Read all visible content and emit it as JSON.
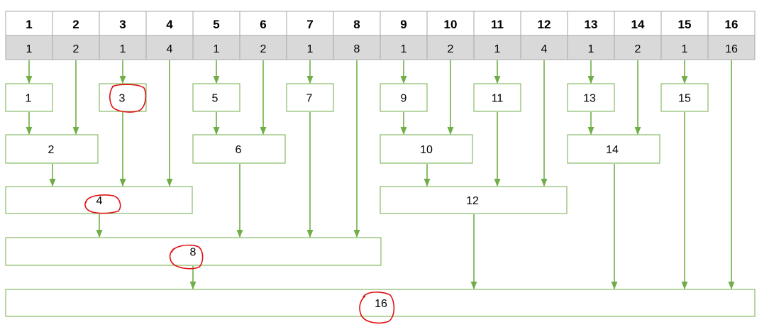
{
  "header": {
    "indices": [
      "1",
      "2",
      "3",
      "4",
      "5",
      "6",
      "7",
      "8",
      "9",
      "10",
      "11",
      "12",
      "13",
      "14",
      "15",
      "16"
    ],
    "values": [
      "1",
      "2",
      "1",
      "4",
      "1",
      "2",
      "1",
      "8",
      "1",
      "2",
      "1",
      "4",
      "1",
      "2",
      "1",
      "16"
    ]
  },
  "nodes": [
    {
      "label": "1"
    },
    {
      "label": "3"
    },
    {
      "label": "5"
    },
    {
      "label": "7"
    },
    {
      "label": "9"
    },
    {
      "label": "11"
    },
    {
      "label": "13"
    },
    {
      "label": "15"
    },
    {
      "label": "2"
    },
    {
      "label": "6"
    },
    {
      "label": "10"
    },
    {
      "label": "14"
    },
    {
      "label": "4"
    },
    {
      "label": "12"
    },
    {
      "label": "8"
    },
    {
      "label": "16"
    }
  ],
  "colors": {
    "arrow": "#70ad47",
    "box_border": "#70ad47",
    "value_row_fill": "#d9d9d9",
    "grid": "#a6a6a6",
    "highlight": "#e01010"
  }
}
